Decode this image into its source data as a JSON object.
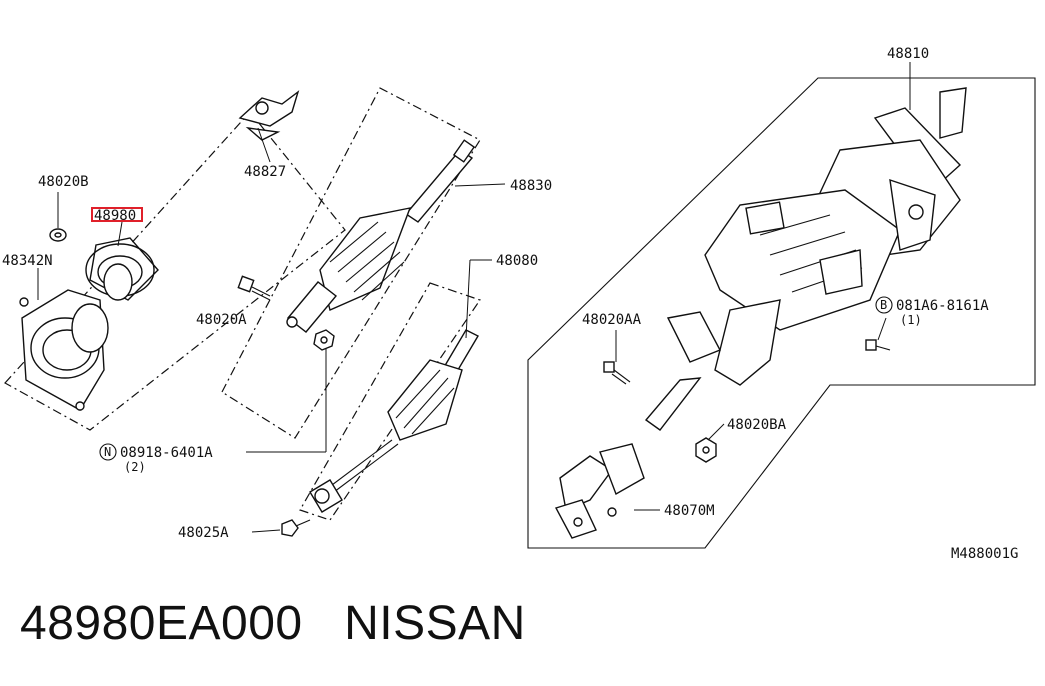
{
  "parts": {
    "p48810": "48810",
    "p48827": "48827",
    "p48830": "48830",
    "p48020B": "48020B",
    "p48980": "48980",
    "p48342N": "48342N",
    "p48080": "48080",
    "p48020A": "48020A",
    "p48020AA": "48020AA",
    "p08918": "08918-6401A",
    "p08918_qty": "(2)",
    "p08918_badge": "N",
    "p081A6": "081A6-8161A",
    "p081A6_qty": "(1)",
    "p081A6_badge": "B",
    "p48020BA": "48020BA",
    "p48025A": "48025A",
    "p48070M": "48070M"
  },
  "diagram_code": "M488001G",
  "caption": {
    "part_number": "48980EA000",
    "brand": "NISSAN"
  },
  "colors": {
    "highlight": "#e0202a",
    "ink": "#111111"
  }
}
